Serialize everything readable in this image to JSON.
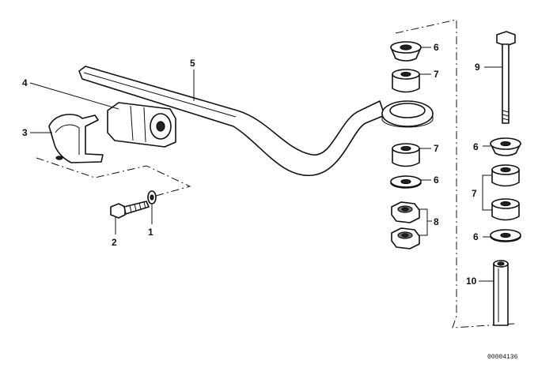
{
  "diagram": {
    "callouts": [
      {
        "id": "c1",
        "text": "1"
      },
      {
        "id": "c2",
        "text": "2"
      },
      {
        "id": "c3",
        "text": "3"
      },
      {
        "id": "c4",
        "text": "4"
      },
      {
        "id": "c5",
        "text": "5"
      },
      {
        "id": "c6a",
        "text": "6"
      },
      {
        "id": "c7a",
        "text": "7"
      },
      {
        "id": "c7b",
        "text": "7"
      },
      {
        "id": "c6b",
        "text": "6"
      },
      {
        "id": "c8",
        "text": "8"
      },
      {
        "id": "c9",
        "text": "9"
      },
      {
        "id": "c6c",
        "text": "6"
      },
      {
        "id": "c7c",
        "text": "7"
      },
      {
        "id": "c6d",
        "text": "6"
      },
      {
        "id": "c10",
        "text": "10"
      }
    ],
    "drawing_number": "00004136"
  }
}
